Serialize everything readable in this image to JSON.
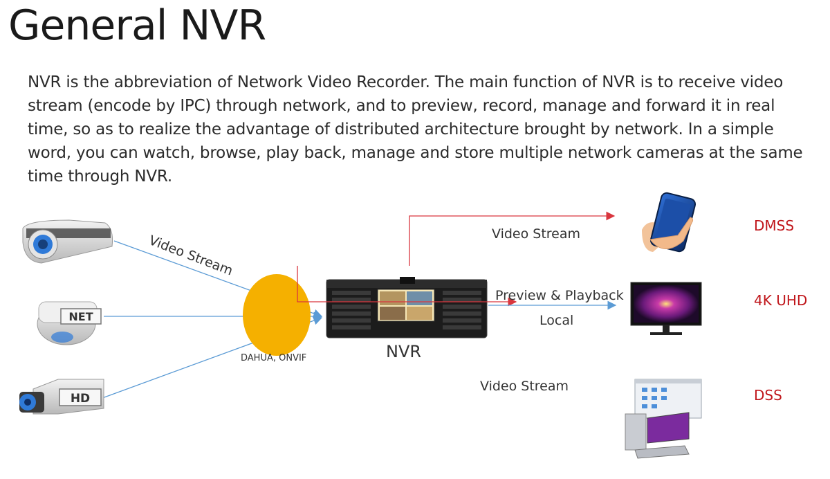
{
  "title": "General NVR",
  "description": "NVR is the abbreviation of Network Video Recorder. The main function of NVR is to receive video stream (encode by IPC) through network, and to preview, record, manage and forward it in real time, so as to realize the advantage of distributed architecture brought by network. In a simple word, you can watch, browse, play back, manage and store multiple network cameras at the same time through NVR.",
  "diagram": {
    "camera_top_label": "",
    "camera_mid_label": "NET",
    "camera_bot_label": "HD",
    "input_label": "Video Stream",
    "protocol_label": "DAHUA, ONVIF",
    "nvr_label": "NVR",
    "out_top_label": "Video Stream",
    "out_mid_label": "Preview & Playback",
    "out_mid_sub_label": "Local",
    "out_bot_label": "Video Stream",
    "dest_top": "DMSS",
    "dest_mid": "4K UHD",
    "dest_bot": "DSS",
    "colors": {
      "accent_red": "#c0161b",
      "line_blue": "#5b9bd5",
      "arrow_red": "#d9363e",
      "hub_orange": "#f5b000"
    }
  }
}
